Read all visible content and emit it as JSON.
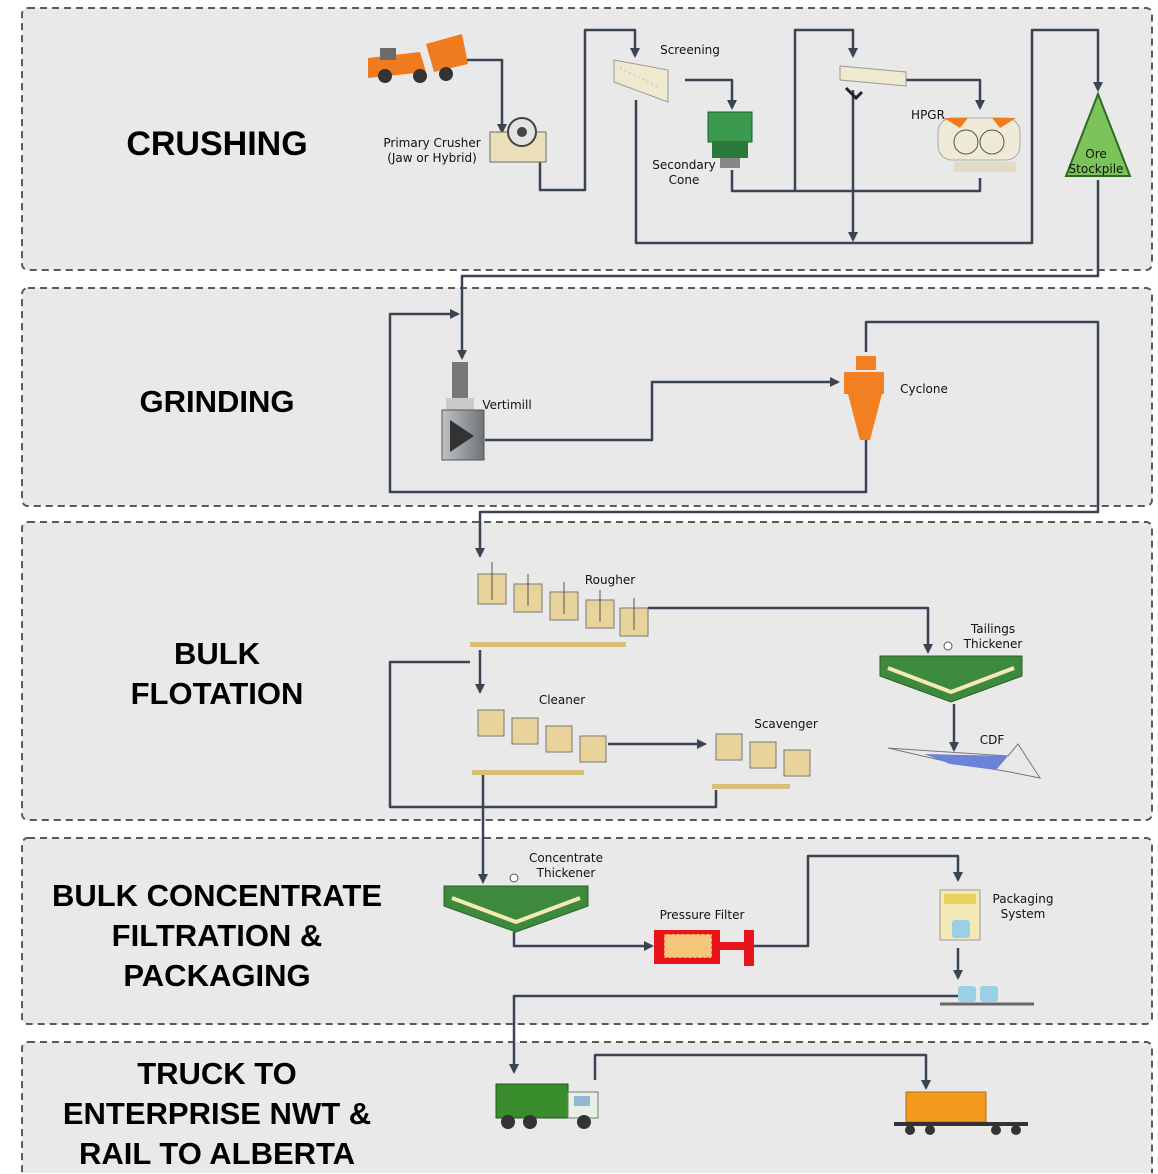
{
  "stages": {
    "crushing": {
      "title": [
        "CRUSHING"
      ]
    },
    "grinding": {
      "title": [
        "GRINDING"
      ]
    },
    "flotation": {
      "title": [
        "BULK",
        "FLOTATION"
      ]
    },
    "filtration": {
      "title": [
        "BULK CONCENTRATE",
        "FILTRATION &",
        "PACKAGING"
      ]
    },
    "transport": {
      "title": [
        "TRUCK TO",
        "ENTERPRISE NWT &",
        "RAIL TO ALBERTA"
      ]
    }
  },
  "equipment": {
    "primary_crusher": [
      "Primary Crusher",
      "(Jaw or Hybrid)"
    ],
    "screening": [
      "Screening"
    ],
    "secondary_cone": [
      "Secondary",
      "Cone"
    ],
    "hpgr": [
      "HPGR"
    ],
    "ore_stockpile": [
      "Ore",
      "Stockpile"
    ],
    "vertimill": [
      "Vertimill"
    ],
    "cyclone": [
      "Cyclone"
    ],
    "rougher": [
      "Rougher"
    ],
    "tailings_thickener": [
      "Tailings",
      "Thickener"
    ],
    "cleaner": [
      "Cleaner"
    ],
    "scavenger": [
      "Scavenger"
    ],
    "cdf": [
      "CDF"
    ],
    "concentrate_thickener": [
      "Concentrate",
      "Thickener"
    ],
    "pressure_filter": [
      "Pressure Filter"
    ],
    "packaging_system": [
      "Packaging",
      "System"
    ]
  },
  "icons": {
    "haul_truck": "haul-truck-icon",
    "crusher": "jaw-crusher-icon",
    "screen": "vibrating-screen-icon",
    "cone": "cone-crusher-icon",
    "hpgr": "hpgr-icon",
    "stockpile": "stockpile-icon",
    "vertimill": "vertimill-icon",
    "cyclone": "cyclone-icon",
    "flotation_cell": "flotation-cell-icon",
    "thickener": "thickener-icon",
    "cdf": "cdf-pond-icon",
    "filter": "pressure-filter-icon",
    "packaging": "packaging-system-icon",
    "container_truck": "container-truck-icon",
    "rail_car": "rail-car-icon"
  },
  "colors": {
    "panel_bg": "#e9e9e9",
    "panel_border": "#5a5a5a",
    "flow_line": "#3b4452",
    "truck_orange": "#f07a1e",
    "stockpile_green": "#7cc35a",
    "cyclone_orange": "#f27f22",
    "thickener_green": "#3d8a3d",
    "thickener_cream": "#f2e9b6",
    "filter_red": "#e8141c",
    "rail_orange": "#f39a1f",
    "cdf_blue": "#6a82d8",
    "tank_tan": "#d9bf7a"
  }
}
